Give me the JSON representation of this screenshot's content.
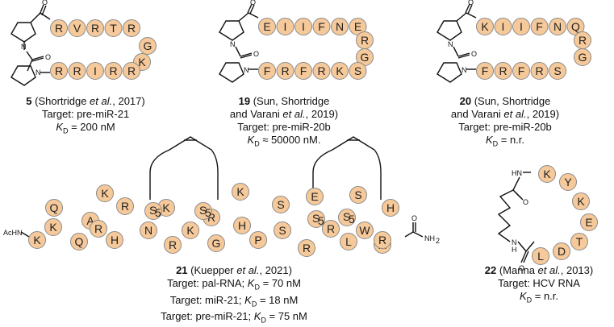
{
  "molecules": [
    {
      "number": "5",
      "line1_rest": " (Shortridge ",
      "etal": "et al.",
      "line1_end": ", 2017)",
      "target": "Target: pre-miR-21",
      "kd_value": " = 200 nM",
      "top_residues": [
        "R",
        "V",
        "R",
        "T",
        "R"
      ],
      "turn_residues": [
        "G",
        "K"
      ],
      "bottom_residues": [
        "R",
        "R",
        "I",
        "R",
        "R"
      ]
    },
    {
      "number": "19",
      "line1_rest": " (Sun, Shortridge",
      "line2_pre": "and Varani ",
      "etal": "et al.",
      "line2_end": ", 2019)",
      "target": "Target: pre-miR-20b",
      "kd_value": " ≈ 50000 nM.",
      "top_residues": [
        "E",
        "I",
        "I",
        "F",
        "N",
        "E"
      ],
      "turn_residues": [
        "R",
        "G"
      ],
      "bottom_residues": [
        "F",
        "R",
        "F",
        "R",
        "K",
        "S"
      ]
    },
    {
      "number": "20",
      "line1_rest": " (Sun, Shortridge",
      "line2_pre": "and Varani ",
      "etal": "et al.",
      "line2_end": ", 2019)",
      "target": "Target: pre-miR-20b",
      "kd_value": " = n.r.",
      "top_residues": [
        "K",
        "I",
        "I",
        "F",
        "N",
        "Q"
      ],
      "turn_residues": [
        "R",
        "G"
      ],
      "bottom_residues": [
        "F",
        "R",
        "F",
        "R",
        "S"
      ]
    },
    {
      "number": "21",
      "line1_rest": " (Kuepper ",
      "etal": "et al.",
      "line1_end": ", 2021)",
      "targets": [
        {
          "pre": "Target: pal-RNA; ",
          "post": " = 70 nM"
        },
        {
          "pre": "Target: miR-21; ",
          "post": " = 18 nM"
        },
        {
          "pre": "Target: pre-miR-21; ",
          "post": " = 75 nM"
        }
      ],
      "n_cap": "AcHN",
      "c_cap": "NH",
      "c_cap_sub": "2",
      "staple_label": "S",
      "staple_sub": "5",
      "upper_residues": [
        "Q",
        "A",
        "K",
        "R",
        "K",
        "R",
        "K",
        "S",
        "E",
        "S",
        "H"
      ],
      "lower_residues": [
        "K",
        "K",
        "Q",
        "R",
        "H",
        "N",
        "R",
        "K",
        "G",
        "H",
        "P",
        "S",
        "R",
        "R",
        "L",
        "W",
        "A",
        "R"
      ]
    },
    {
      "number": "22",
      "line1_rest": " (Manna ",
      "etal": "et al.",
      "line1_end": ", 2013)",
      "target": "Target: HCV RNA",
      "kd_value": " = n.r.",
      "ring_residues": [
        "K",
        "Y",
        "K",
        "E",
        "T",
        "D",
        "L"
      ],
      "atoms": [
        "HN",
        "N",
        "H",
        "O",
        "O"
      ]
    }
  ],
  "kd_symbol": "K",
  "kd_sub": "D",
  "bead_color": "#f6c99a"
}
